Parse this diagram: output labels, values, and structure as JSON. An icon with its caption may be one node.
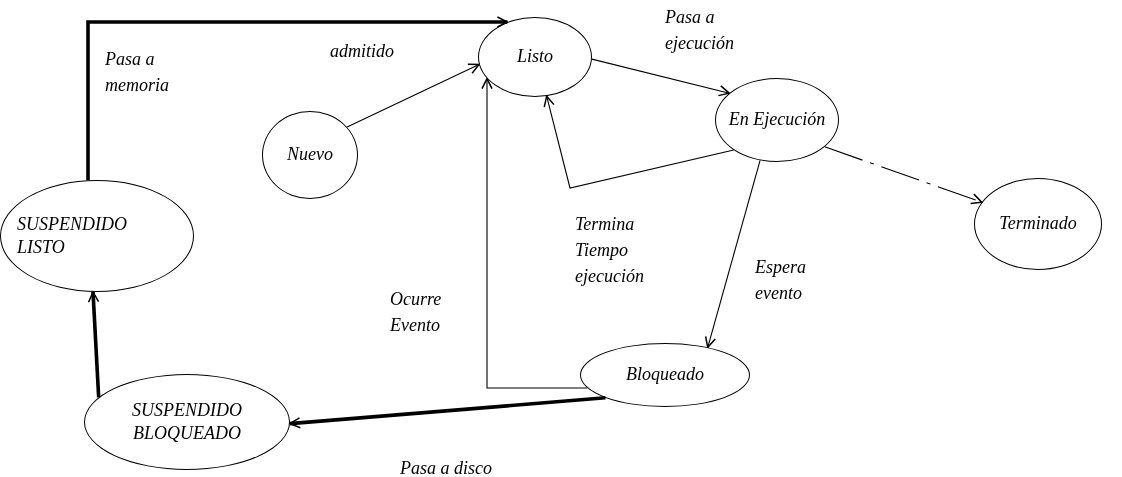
{
  "diagram": {
    "nodes": [
      {
        "text": [
          "Listo"
        ]
      },
      {
        "text": [
          "Nuevo"
        ]
      },
      {
        "text": [
          "En Ejecución"
        ]
      },
      {
        "text": [
          "SUSPENDIDO LISTO"
        ]
      },
      {
        "text": [
          "Terminado"
        ]
      },
      {
        "text": [
          "Bloqueado"
        ]
      },
      {
        "text": [
          "SUSPENDIDO BLOQUEADO"
        ]
      }
    ],
    "edges": [
      {
        "from": 1,
        "to": 0,
        "arrow": "to",
        "label": "admitido"
      },
      {
        "from": 3,
        "to": 0,
        "arrow": "to",
        "label": "Pasa a memoria",
        "style": "thick"
      },
      {
        "from": 0,
        "to": 2,
        "arrow": "to",
        "label": "Pasa a ejecución"
      },
      {
        "from": 2,
        "to": 0,
        "arrow": "to",
        "label": "Termina Tiempo ejecución"
      },
      {
        "from": 2,
        "to": 4,
        "arrow": "to",
        "style": "dashed"
      },
      {
        "from": 2,
        "to": 5,
        "arrow": "to",
        "label": "Espera evento"
      },
      {
        "from": 5,
        "to": 0,
        "arrow": "to",
        "label": "Ocurre Evento"
      },
      {
        "from": 5,
        "to": 6,
        "arrow": "to",
        "label": "Pasa a disco",
        "style": "thick"
      },
      {
        "from": 6,
        "to": 3,
        "arrow": "to",
        "style": "thick"
      }
    ]
  }
}
